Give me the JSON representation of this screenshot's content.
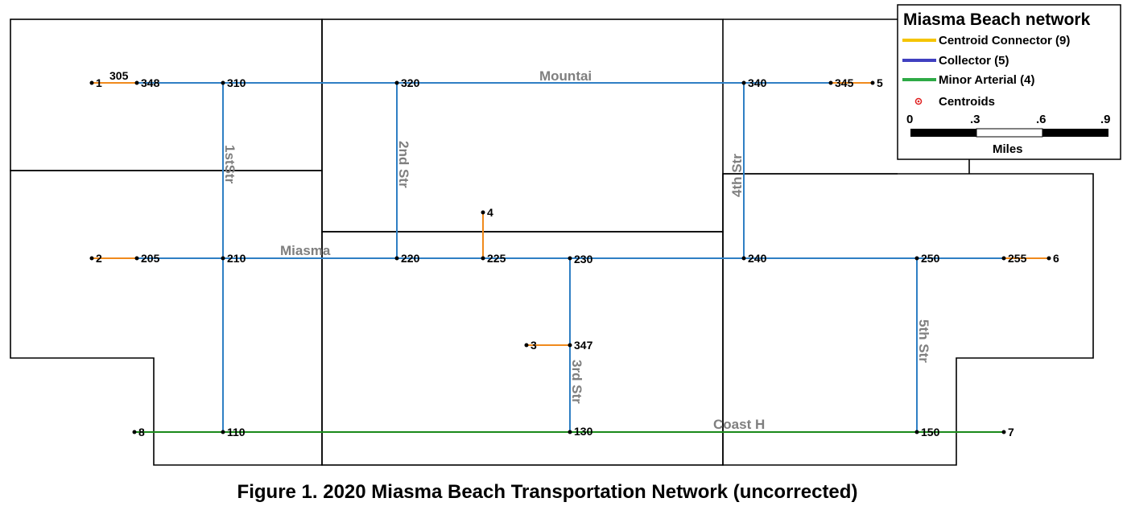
{
  "caption": "Figure 1. 2020 Miasma Beach Transportation Network (uncorrected)",
  "legend": {
    "title": "Miasma Beach network",
    "items": [
      {
        "label": "Centroid Connector (9)",
        "color": "#f5c400",
        "kind": "line"
      },
      {
        "label": "Collector (5)",
        "color": "#4040c0",
        "kind": "line"
      },
      {
        "label": "Minor Arterial (4)",
        "color": "#2eaa46",
        "kind": "line"
      },
      {
        "label": "Centroids",
        "color": "#e02020",
        "kind": "point"
      }
    ],
    "scale": {
      "ticks": [
        "0",
        ".3",
        ".6",
        ".9"
      ],
      "unit": "Miles"
    }
  },
  "streets": {
    "mountain": "Mountai",
    "miasma": "Miasma",
    "coast": "Coast H",
    "first": "1stStr",
    "second": "2nd Str",
    "third": "3rd Str",
    "fourth": "4th Str",
    "fifth": "5th Str"
  },
  "nodes": {
    "n1": "1",
    "n305": "305",
    "n348": "348",
    "n310": "310",
    "n320": "320",
    "n340": "340",
    "n345": "345",
    "n5": "5",
    "n4": "4",
    "n2": "2",
    "n205": "205",
    "n210": "210",
    "n220": "220",
    "n225": "225",
    "n230": "230",
    "n240": "240",
    "n250": "250",
    "n255": "255",
    "n6": "6",
    "n3": "3",
    "n347": "347",
    "n8": "8",
    "n110": "110",
    "n130": "130",
    "n150": "150",
    "n7": "7"
  },
  "colors": {
    "collector_drawn": "#2f7fc4",
    "connector_drawn": "#f08a1c",
    "arterial_drawn": "#1b8a1b",
    "street_label": "#7f7f7f"
  }
}
